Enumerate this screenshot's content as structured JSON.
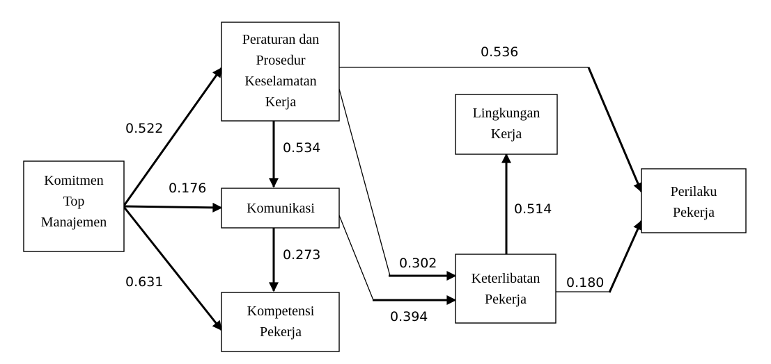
{
  "nodes": {
    "komitmen": [
      "Komitmen",
      "Top",
      "Manajemen"
    ],
    "peraturan": [
      "Peraturan dan",
      "Prosedur",
      "Keselamatan",
      "Kerja"
    ],
    "komunikasi": [
      "Komunikasi"
    ],
    "kompetensi": [
      "Kompetensi",
      "Pekerja"
    ],
    "lingkungan": [
      "Lingkungan",
      "Kerja"
    ],
    "keterlibatan": [
      "Keterlibatan",
      "Pekerja"
    ],
    "perilaku": [
      "Perilaku",
      "Pekerja"
    ]
  },
  "edges": {
    "komitmen_peraturan": "0.522",
    "komitmen_komunikasi": "0.176",
    "komitmen_kompetensi": "0.631",
    "peraturan_komunikasi": "0.534",
    "komunikasi_kompetensi": "0.273",
    "peraturan_perilaku": "0.536",
    "peraturan_keterlibatan": "0.302",
    "komunikasi_keterlibatan": "0.394",
    "keterlibatan_lingkungan": "0.514",
    "keterlibatan_perilaku": "0.180"
  }
}
